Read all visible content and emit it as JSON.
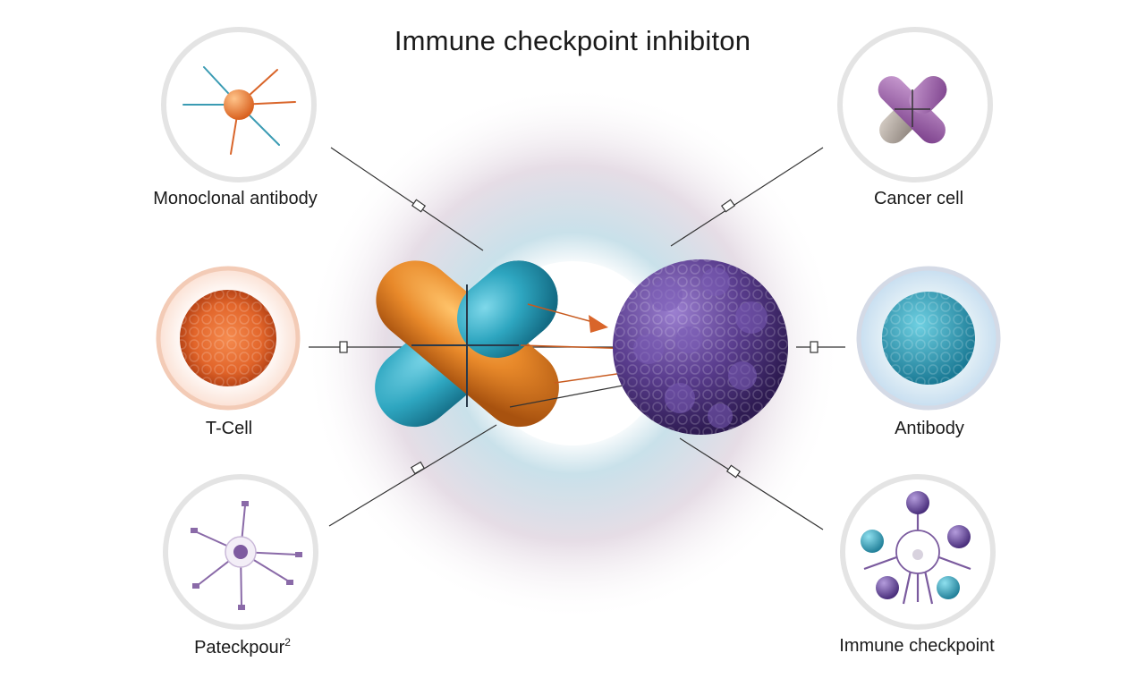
{
  "title": "Immune checkpoint inhibiton",
  "panels": {
    "monoclonal_antibody": {
      "label": "Monoclonal antibody"
    },
    "t_cell": {
      "label": "T-Cell"
    },
    "patechpour": {
      "label": "Pateckpour",
      "superscript": "2"
    },
    "cancer_cell": {
      "label": "Cancer cell"
    },
    "antibody": {
      "label": "Antibody"
    },
    "immune_checkpoint": {
      "label": "Immune checkpoint"
    }
  },
  "colors": {
    "ring": "#e4e4e4",
    "teal": "#2ea6c0",
    "orange": "#e8892a",
    "purple": "#5a3d8e",
    "tcell": "#e2652a",
    "lines": "#333333"
  }
}
